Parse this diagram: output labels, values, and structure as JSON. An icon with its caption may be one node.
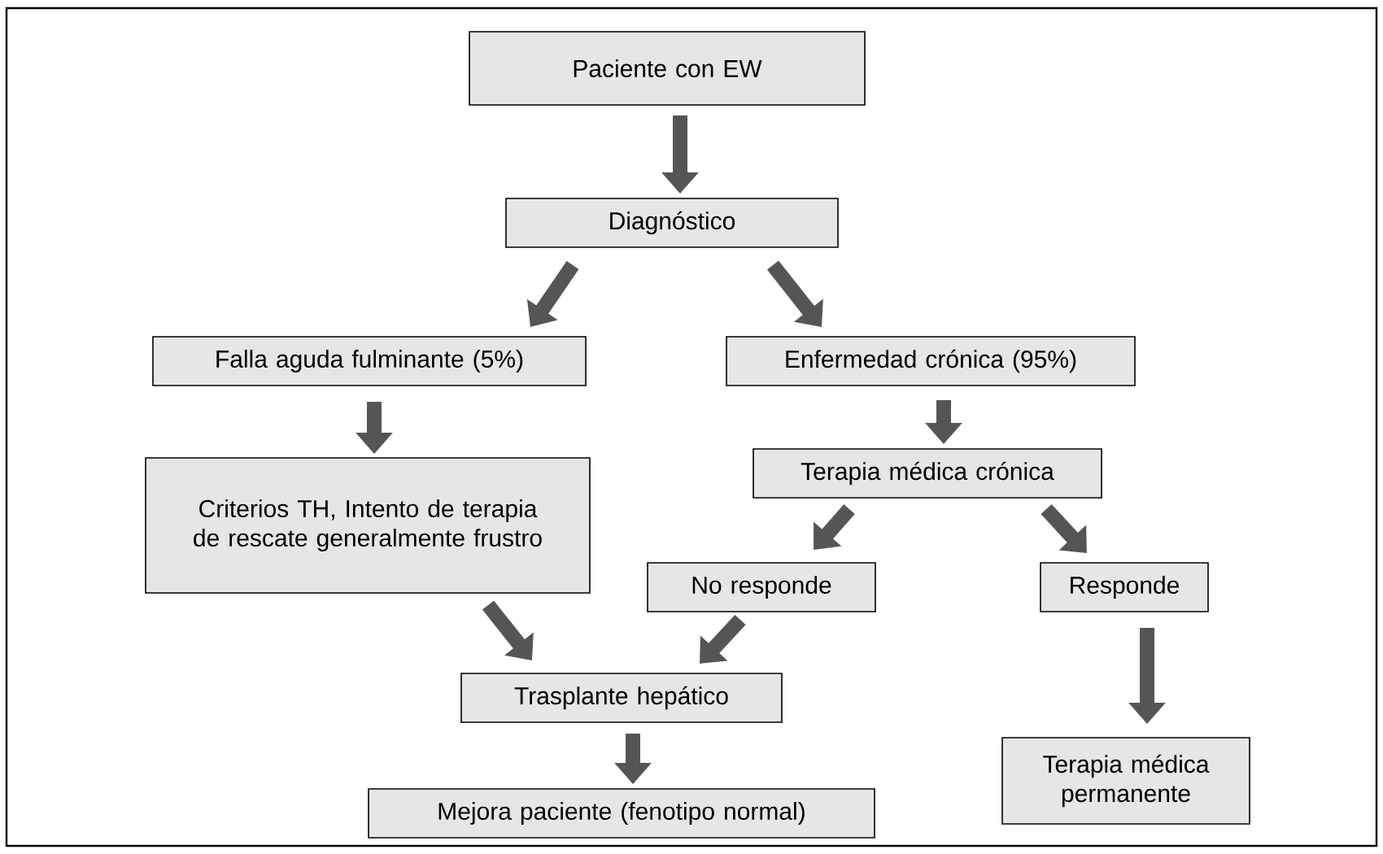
{
  "diagram": {
    "nodes": [
      {
        "text": [
          "Paciente con EW"
        ]
      },
      {
        "text": [
          "Diagnóstico"
        ]
      },
      {
        "text": [
          "Falla aguda fulminante (5%)"
        ]
      },
      {
        "text": [
          "Enfermedad crónica (95%)"
        ]
      },
      {
        "text": [
          "Criterios TH, Intento de terapia de rescate generalmente frustro"
        ]
      },
      {
        "text": [
          "Terapia médica crónica"
        ]
      },
      {
        "text": [
          "No responde"
        ]
      },
      {
        "text": [
          "Responde"
        ]
      },
      {
        "text": [
          "Trasplante hepático"
        ]
      },
      {
        "text": [
          "Mejora paciente (fenotipo normal)"
        ]
      },
      {
        "text": [
          "Terapia médica permanente"
        ]
      }
    ],
    "edges": [
      {
        "from": 0,
        "to": 1,
        "arrow": "to"
      },
      {
        "from": 1,
        "to": 2,
        "arrow": "to"
      },
      {
        "from": 1,
        "to": 3,
        "arrow": "to"
      },
      {
        "from": 2,
        "to": 4,
        "arrow": "to"
      },
      {
        "from": 3,
        "to": 5,
        "arrow": "to"
      },
      {
        "from": 5,
        "to": 6,
        "arrow": "to"
      },
      {
        "from": 5,
        "to": 7,
        "arrow": "to"
      },
      {
        "from": 4,
        "to": 8,
        "arrow": "to"
      },
      {
        "from": 6,
        "to": 8,
        "arrow": "to"
      },
      {
        "from": 8,
        "to": 9,
        "arrow": "to"
      },
      {
        "from": 7,
        "to": 10,
        "arrow": "to"
      }
    ]
  }
}
